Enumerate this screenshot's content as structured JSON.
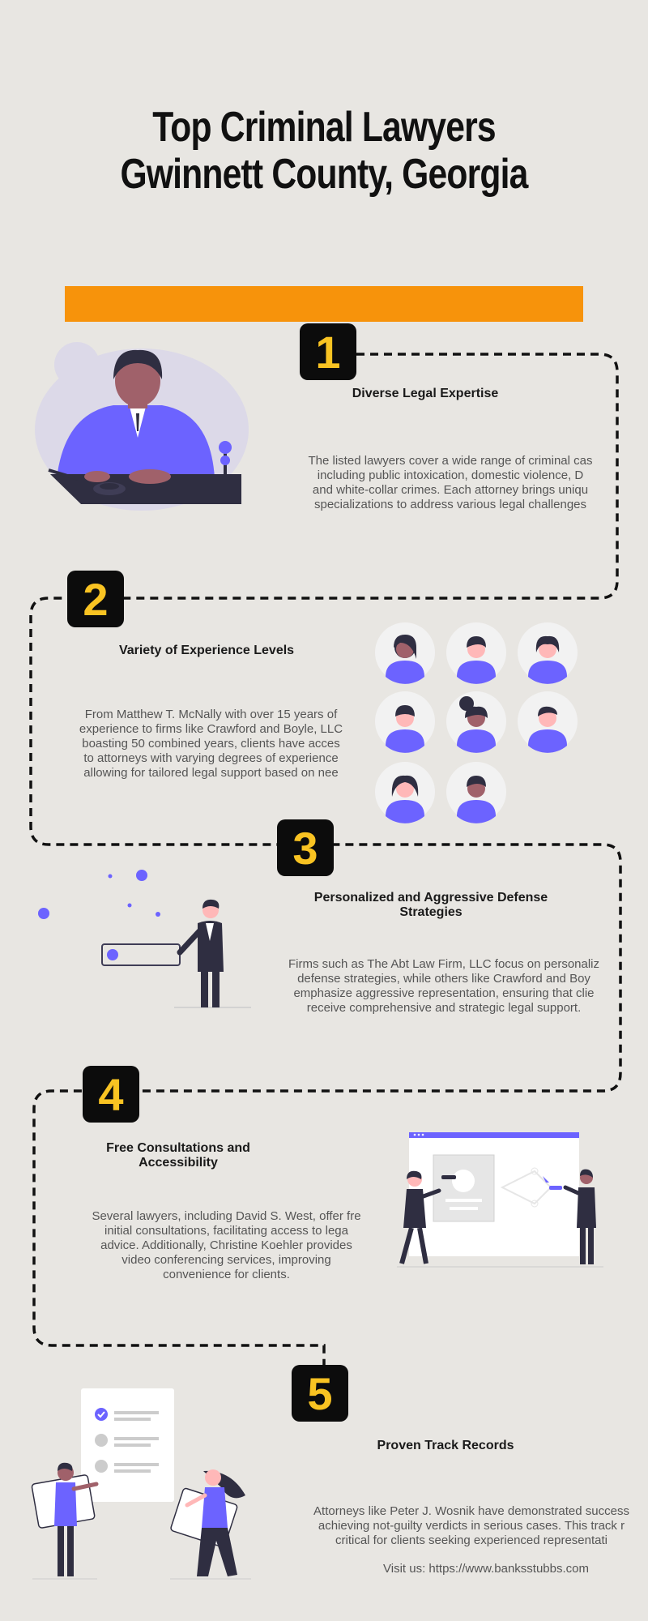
{
  "title": "Top Criminal Lawyers Gwinnett County, Georgia",
  "colors": {
    "accent": "#f7930b",
    "badge_bg": "#0c0c0c",
    "badge_text": "#f9c322",
    "illustration": "#6c63ff",
    "background": "#e8e6e2"
  },
  "sections": [
    {
      "number": "1",
      "heading": "Diverse Legal Expertise",
      "lines": [
        "The listed lawyers cover a wide range of criminal cas",
        "including public intoxication, domestic violence, D",
        "and white-collar crimes. Each attorney brings uniqu",
        "specializations to address various legal challenges"
      ]
    },
    {
      "number": "2",
      "heading": "Variety of Experience Levels",
      "lines": [
        "From Matthew T. McNally with over 15 years of",
        "experience to firms like Crawford and Boyle, LLC",
        "boasting 50 combined years, clients have acces",
        "to attorneys with varying degrees of experience",
        "allowing for tailored legal support based on nee"
      ]
    },
    {
      "number": "3",
      "heading": "Personalized and Aggressive Defense Strategies",
      "lines": [
        "Firms such as The Abt Law Firm, LLC focus on personaliz",
        "defense strategies, while others like Crawford and Boy",
        "emphasize aggressive representation, ensuring that clie",
        "receive comprehensive and strategic legal support."
      ]
    },
    {
      "number": "4",
      "heading_lines": [
        "Free Consultations and",
        "Accessibility"
      ],
      "lines": [
        "Several lawyers, including David S. West, offer fre",
        "initial consultations, facilitating access to lega",
        "advice. Additionally, Christine Koehler provides",
        "video conferencing services, improving",
        "convenience for clients."
      ]
    },
    {
      "number": "5",
      "heading": "Proven Track Records",
      "lines": [
        "Attorneys like Peter J. Wosnik have demonstrated success",
        "achieving not-guilty verdicts in serious cases. This track r",
        "critical for clients seeking experienced representati"
      ]
    }
  ],
  "footer": "Visit us: https://www.banksstubbs.com"
}
